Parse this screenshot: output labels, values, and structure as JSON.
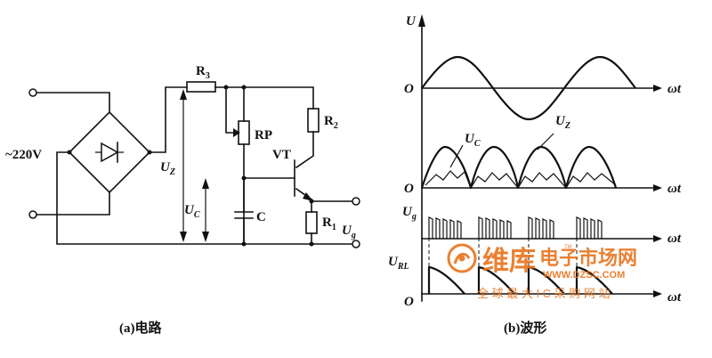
{
  "circuit": {
    "source_label": "~220V",
    "r3": {
      "main": "R",
      "sub": "3"
    },
    "rp": "RP",
    "r2": {
      "main": "R",
      "sub": "2"
    },
    "vt": "VT",
    "uz": {
      "main": "U",
      "sub": "Z"
    },
    "uc": {
      "main": "U",
      "sub": "C"
    },
    "c": "C",
    "r1": {
      "main": "R",
      "sub": "1"
    },
    "ug": {
      "main": "U",
      "sub": "g"
    },
    "caption": "(a)电路"
  },
  "waveforms": {
    "y_axis": "U",
    "origin": "O",
    "x_axis": "ωt",
    "uc": {
      "main": "U",
      "sub": "C"
    },
    "uz": {
      "main": "U",
      "sub": "Z"
    },
    "ug": {
      "main": "U",
      "sub": "g"
    },
    "url": {
      "main": "U",
      "sub": "RL"
    },
    "caption": "(b)波形"
  },
  "watermark": {
    "brand": "维库",
    "tagline": "电子市场网",
    "url": "WWW.DZSC.COM",
    "mark": "TM",
    "slogan": "全 球 最 大 I C 采 购 网 站"
  },
  "colors": {
    "ink": "#111111",
    "watermark": "#e8731c"
  }
}
